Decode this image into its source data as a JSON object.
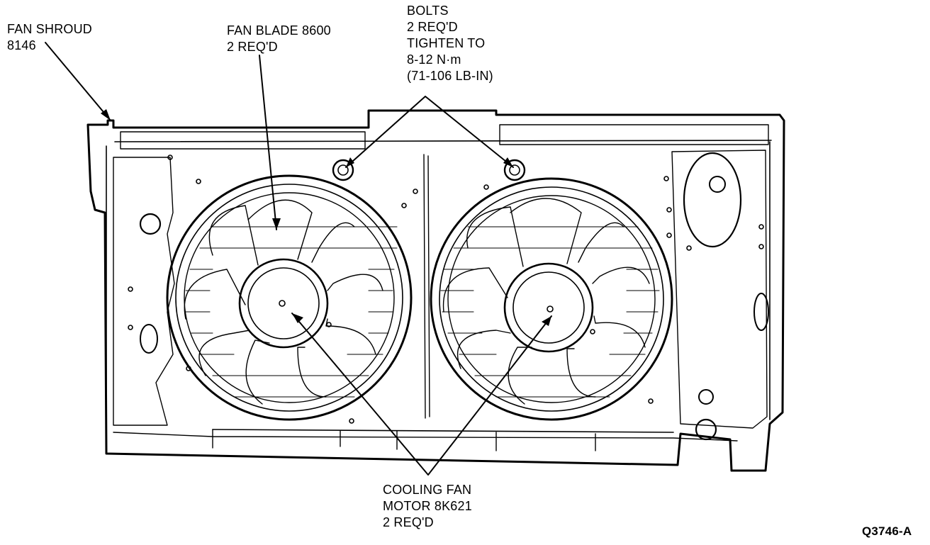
{
  "callouts": {
    "fan_shroud": {
      "line1": "FAN SHROUD",
      "line2": "8146"
    },
    "fan_blade": {
      "line1": "FAN BLADE 8600",
      "line2": "2 REQ'D"
    },
    "bolts": {
      "line1": "BOLTS",
      "line2": "2 REQ'D",
      "line3": "TIGHTEN TO",
      "line4": "8-12 N·m",
      "line5": "(71-106 LB-IN)"
    },
    "cooling_fan_motor": {
      "line1": "COOLING FAN",
      "line2": "MOTOR 8K621",
      "line3": "2 REQ'D"
    }
  },
  "figure_id": "Q3746-A",
  "colors": {
    "ink": "#000000",
    "paper": "#ffffff"
  }
}
